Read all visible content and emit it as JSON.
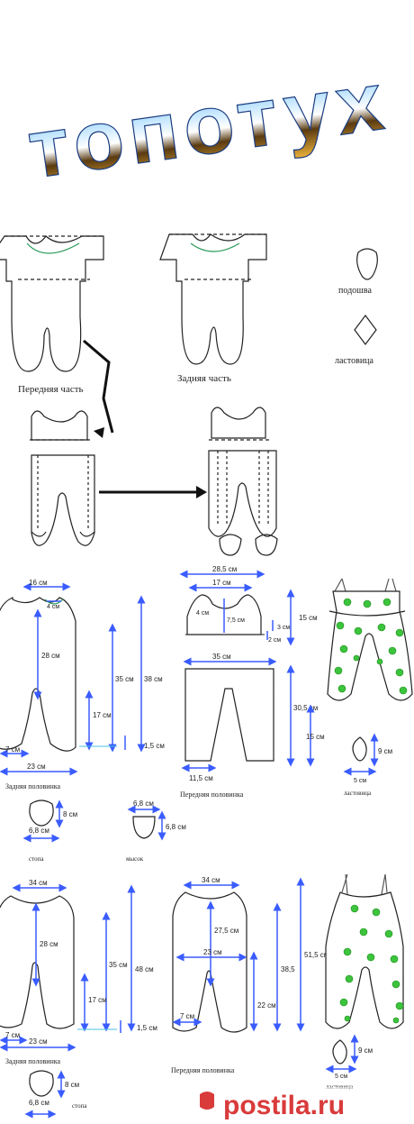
{
  "title": "топотух",
  "section1": {
    "front_label": "Передняя часть",
    "back_label": "Задняя часть",
    "sole_label": "подошва",
    "gusset_label": "ластовица"
  },
  "section2": {
    "back_half_label": "Задняя половинка",
    "front_half_label": "Передняя половинка",
    "foot_label": "стопа",
    "toe_label": "мысок",
    "gusset_label": "ластовица",
    "dims": {
      "top_width": "16 см",
      "neck": "4 см",
      "body_len": "28 см",
      "full_h1": "35 см",
      "full_h2": "38 см",
      "leg_h": "17 см",
      "cuff": "1,5 см",
      "leg_w": "7 см",
      "bottom_w": "23 см",
      "front_top": "28,5 см",
      "front_inner": "17 см",
      "front_small": "4 см",
      "front_bib": "7,5 см",
      "front_3": "3 см",
      "front_2": "2 см",
      "front_15": "15 см",
      "pants_w": "35 см",
      "pants_h": "30,5 см",
      "pants_leg": "15 см",
      "pants_bottom": "11,5 см",
      "foot_w": "6,8 см",
      "foot_h": "8 см",
      "toe_w": "6,8 см",
      "toe_h": "6,8 см",
      "gusset_h": "9 см",
      "gusset_w": "5 см"
    }
  },
  "section3": {
    "back_half_label": "Задняя половинка",
    "front_half_label": "Передняя половинка",
    "foot_label": "стопа",
    "gusset_label": "ластовица",
    "dims": {
      "top_w": "34 см",
      "body_len": "28 см",
      "full_h1": "35 см",
      "full_h2": "48 см",
      "leg_h": "17 см",
      "cuff": "1,5 см",
      "leg_w": "7 см",
      "bottom_w": "23 см",
      "front_top": "34 см",
      "front_body": "27,5 см",
      "front_mid": "23 см",
      "front_leg_w": "7 см",
      "front_h1": "38,5",
      "front_h2": "51,5 см",
      "front_leg_h": "22 см",
      "foot_h": "8 см",
      "foot_w": "6,8 см",
      "gusset_h": "9 см",
      "gusset_w": "5 см"
    }
  },
  "watermark": "postila.ru",
  "colors": {
    "dimension": "#3a5cff",
    "outline": "#222222",
    "green_print": "#3cc43c",
    "title_blue": "#4aa0e6",
    "title_gold": "#d8a230"
  }
}
